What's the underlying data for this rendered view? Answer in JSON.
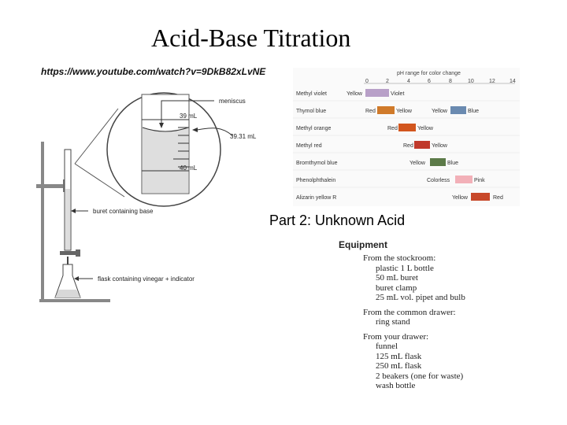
{
  "title": "Acid-Base Titration",
  "url": "https://www.youtube.com/watch?v=9DkB82xLvNE",
  "diagram": {
    "meniscus": "meniscus",
    "mark_top": "39 mL",
    "reading": "39.31 mL",
    "mark_bottom": "40 mL",
    "buret_label": "buret containing base",
    "flask_label": "flask containing vinegar + indicator"
  },
  "indicator_table": {
    "header": "pH range for color change",
    "ticks": [
      "0",
      "2",
      "4",
      "6",
      "8",
      "10",
      "12",
      "14"
    ],
    "rows": [
      {
        "name": "Methyl violet",
        "c1": "Yellow",
        "c2": "Violet"
      },
      {
        "name": "Thymol blue",
        "c1": "Red",
        "c2": "Yellow",
        "c3": "Yellow",
        "c4": "Blue"
      },
      {
        "name": "Methyl orange",
        "c1": "Red",
        "c2": "Yellow"
      },
      {
        "name": "Methyl red",
        "c1": "Red",
        "c2": "Yellow"
      },
      {
        "name": "Bromthymol blue",
        "c1": "Yellow",
        "c2": "Blue"
      },
      {
        "name": "Phenolphthalein",
        "c1": "Colorless",
        "c2": "Pink"
      },
      {
        "name": "Alizarin yellow R",
        "c1": "Yellow",
        "c2": "Red"
      }
    ]
  },
  "part2": "Part 2: Unknown Acid",
  "equipment": {
    "heading": "Equipment",
    "groups": [
      {
        "title": "From the stockroom:",
        "items": [
          "plastic 1 L bottle",
          "50 mL buret",
          "buret clamp",
          "25 mL vol. pipet and bulb"
        ]
      },
      {
        "title": "From the common drawer:",
        "items": [
          "ring stand"
        ]
      },
      {
        "title": "From your drawer:",
        "items": [
          "funnel",
          "125 mL flask",
          "250 mL flask",
          "2 beakers (one for waste)",
          "wash bottle"
        ]
      }
    ]
  }
}
